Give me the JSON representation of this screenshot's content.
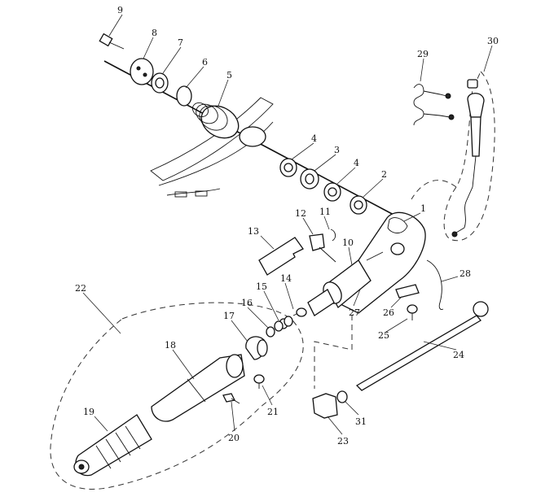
{
  "diagram": {
    "callouts": [
      {
        "id": "c1",
        "text": "1"
      },
      {
        "id": "c2",
        "text": "2"
      },
      {
        "id": "c3",
        "text": "3"
      },
      {
        "id": "c4a",
        "text": "4"
      },
      {
        "id": "c4b",
        "text": "4"
      },
      {
        "id": "c5",
        "text": "5"
      },
      {
        "id": "c6",
        "text": "6"
      },
      {
        "id": "c7",
        "text": "7"
      },
      {
        "id": "c8",
        "text": "8"
      },
      {
        "id": "c9",
        "text": "9"
      },
      {
        "id": "c10",
        "text": "10"
      },
      {
        "id": "c11",
        "text": "11"
      },
      {
        "id": "c12",
        "text": "12"
      },
      {
        "id": "c13",
        "text": "13"
      },
      {
        "id": "c14",
        "text": "14"
      },
      {
        "id": "c15",
        "text": "15"
      },
      {
        "id": "c16",
        "text": "16"
      },
      {
        "id": "c17",
        "text": "17"
      },
      {
        "id": "c18",
        "text": "18"
      },
      {
        "id": "c19",
        "text": "19"
      },
      {
        "id": "c20",
        "text": "20"
      },
      {
        "id": "c21",
        "text": "21"
      },
      {
        "id": "c22",
        "text": "22"
      },
      {
        "id": "c23",
        "text": "23"
      },
      {
        "id": "c24",
        "text": "24"
      },
      {
        "id": "c25",
        "text": "25"
      },
      {
        "id": "c26",
        "text": "26"
      },
      {
        "id": "c27",
        "text": "27"
      },
      {
        "id": "c28",
        "text": "28"
      },
      {
        "id": "c29",
        "text": "29"
      },
      {
        "id": "c30",
        "text": "30"
      },
      {
        "id": "c31",
        "text": "31"
      }
    ]
  }
}
